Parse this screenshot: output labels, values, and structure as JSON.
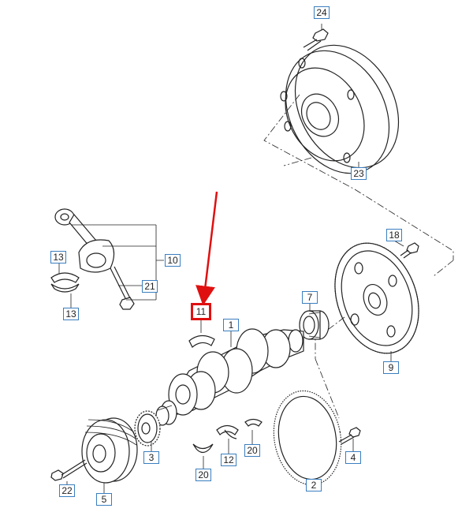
{
  "callouts": {
    "c24": "24",
    "c23": "23",
    "c18": "18",
    "c10": "10",
    "c13a": "13",
    "c13b": "13",
    "c21": "21",
    "c11": "11",
    "c1": "1",
    "c7": "7",
    "c9": "9",
    "c3": "3",
    "c22": "22",
    "c5": "5",
    "c12": "12",
    "c20a": "20",
    "c20b": "20",
    "c2": "2",
    "c4": "4"
  },
  "colors": {
    "line": "#222222",
    "callout_border": "#3a7ebf",
    "highlight": "#e01010"
  }
}
